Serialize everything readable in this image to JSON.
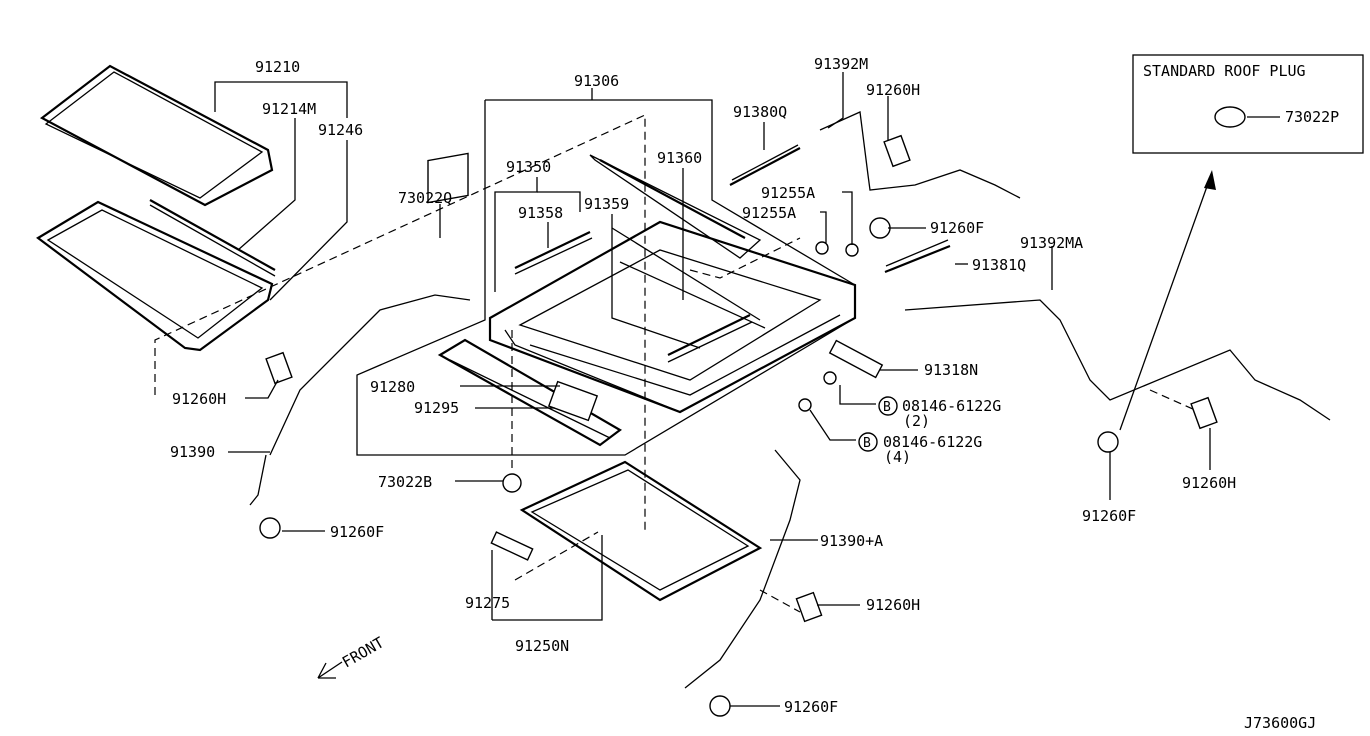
{
  "labels": {
    "p91210": "91210",
    "p91214M": "91214M",
    "p91246": "91246",
    "p91306": "91306",
    "p91392M": "91392M",
    "p91260H_top": "91260H",
    "p91380Q": "91380Q",
    "p91360": "91360",
    "p91350": "91350",
    "p73022Q": "73022Q",
    "p91358": "91358",
    "p91359": "91359",
    "p91255A_1": "91255A",
    "p91255A_2": "91255A",
    "p91260F_top": "91260F",
    "p91392MA": "91392MA",
    "p91381Q": "91381Q",
    "p91318N": "91318N",
    "p08146_a": "08146-6122G",
    "p08146_a_qty": "(2)",
    "p08146_b": "08146-6122G",
    "p08146_b_qty": "(4)",
    "p91280": "91280",
    "p91295": "91295",
    "p91260H_left": "91260H",
    "p91390": "91390",
    "p73022B": "73022B",
    "p91260F_left": "91260F",
    "p91390A": "91390+A",
    "p91275": "91275",
    "p91250N": "91250N",
    "p91260H_bottom": "91260H",
    "p91260F_bottom": "91260F",
    "p91260F_right": "91260F",
    "p91260H_right": "91260H",
    "bolt_symbol": "B",
    "front": "FRONT",
    "diagram_code": "J73600GJ"
  },
  "inset": {
    "title": "STANDARD ROOF PLUG",
    "part": "73022P"
  }
}
